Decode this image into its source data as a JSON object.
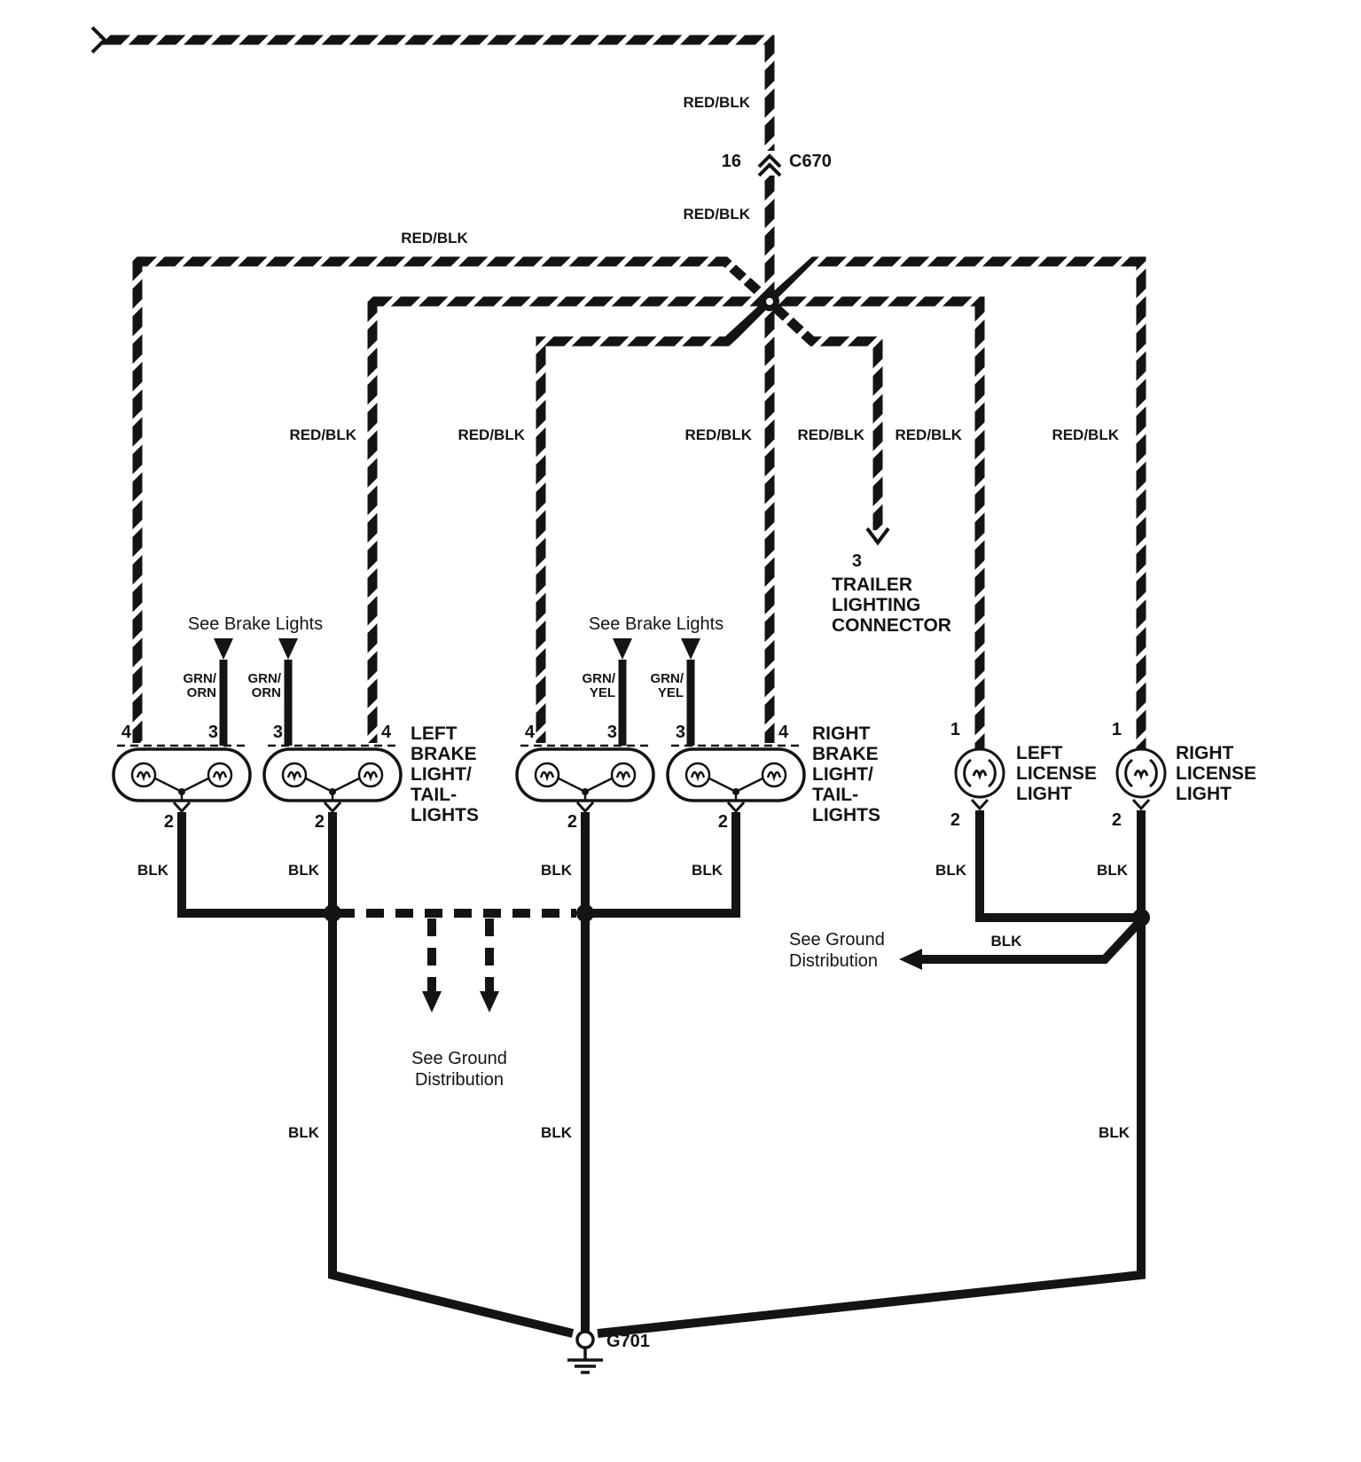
{
  "colors": {
    "wire": "#141414",
    "background": "#ffffff"
  },
  "labels": {
    "red_blk": "RED/BLK",
    "blk": "BLK",
    "grn_orn": "GRN/\nORN",
    "grn_yel": "GRN/\nYEL"
  },
  "pins": {
    "one": "1",
    "two": "2",
    "three": "3",
    "four": "4",
    "sixteen": "16"
  },
  "connectors": {
    "c670": "C670",
    "g701": "G701",
    "trailer_pin": "3",
    "trailer_name": "TRAILER\nLIGHTING\nCONNECTOR"
  },
  "notes": {
    "see_brake_lights": "See Brake Lights",
    "see_ground_distribution": "See Ground\nDistribution"
  },
  "components": {
    "left_brake": "LEFT\nBRAKE\nLIGHT/\nTAIL-\nLIGHTS",
    "right_brake": "RIGHT\nBRAKE\nLIGHT/\nTAIL-\nLIGHTS",
    "left_license": "LEFT\nLICENSE\nLIGHT",
    "right_license": "RIGHT\nLICENSE\nLIGHT"
  }
}
